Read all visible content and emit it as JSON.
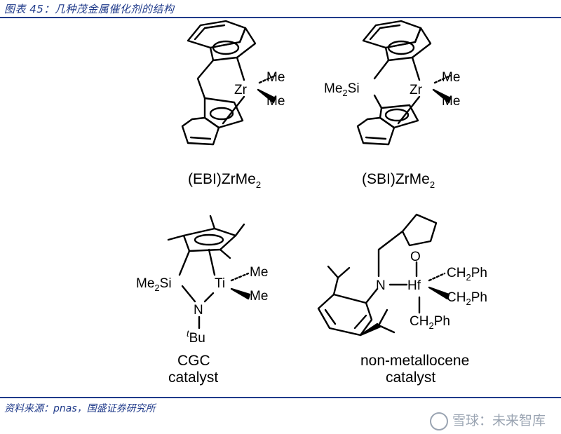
{
  "figure": {
    "title": "图表 45：几种茂金属催化剂的结构",
    "source": "资料来源：pnas，国盛证券研究所",
    "watermark": "雪球：未来智库"
  },
  "structures": [
    {
      "caption_main": "(EBI)ZrMe",
      "caption_sub": "2",
      "metal": "Zr",
      "ligands": [
        "Me",
        "Me"
      ]
    },
    {
      "caption_main": "(SBI)ZrMe",
      "caption_sub": "2",
      "metal": "Zr",
      "bridge_main": "Me",
      "bridge_sub": "2",
      "bridge_atom": "Si",
      "ligands": [
        "Me",
        "Me"
      ]
    },
    {
      "caption_line1": "CGC",
      "caption_line2": "catalyst",
      "metal": "Ti",
      "ligands": [
        "Me",
        "Me"
      ],
      "bridge_main": "Me",
      "bridge_sub": "2",
      "bridge_atom": "Si",
      "n_atom": "N",
      "tbu_sup": "t",
      "tbu_main": "Bu"
    },
    {
      "caption_line1": "non-metallocene",
      "caption_line2": "catalyst",
      "metal": "Hf",
      "o_atom": "O",
      "n_atom": "N",
      "ch2ph": [
        "CH",
        "2",
        "Ph"
      ]
    }
  ]
}
